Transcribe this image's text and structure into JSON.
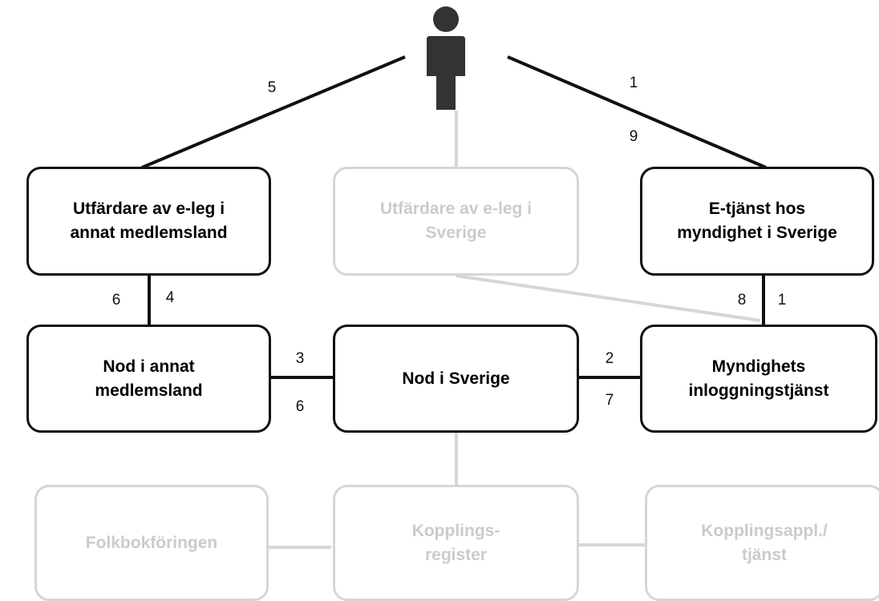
{
  "colors": {
    "active_border": "#111111",
    "active_text": "#000000",
    "faded_border": "#d6d6d6",
    "faded_text": "#cbcbcb",
    "person_icon": "#333333"
  },
  "person": {
    "icon": "person-icon"
  },
  "nodes": {
    "issuer_other": "Utfärdare av e-leg i\nannat medlemsland",
    "issuer_sweden": "Utfärdare av e-leg i\nSverige",
    "eservice": "E-tjänst hos\nmyndighet i Sverige",
    "node_other": "Nod i annat\nmedlemsland",
    "node_sweden": "Nod i Sverige",
    "login_service": "Myndighets\ninloggningstjänst",
    "folkbokforingen": "Folkbokföringen",
    "kopplingsregister": "Kopplings-\nregister",
    "kopplingsappl": "Kopplingsappl./\ntjänst"
  },
  "steps": {
    "person_issuer_other": "5",
    "person_eservice_top": "1",
    "person_eservice_bottom": "9",
    "issuer_node_other_left": "6",
    "issuer_node_other_right": "4",
    "eservice_login_left": "8",
    "eservice_login_right": "1",
    "node_other_sweden_top": "3",
    "node_other_sweden_bottom": "6",
    "node_sweden_login_top": "2",
    "node_sweden_login_bottom": "7"
  }
}
